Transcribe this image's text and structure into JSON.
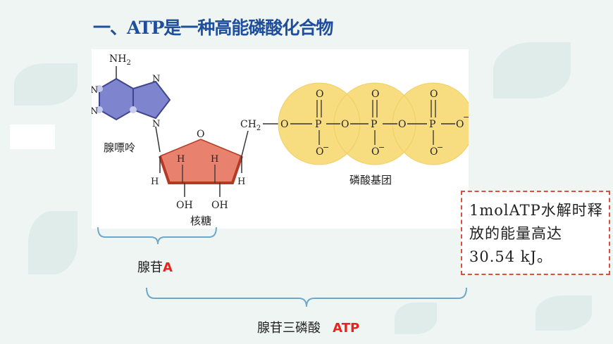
{
  "slide": {
    "title": "一、ATP是一种高能磷酸化合物"
  },
  "figure": {
    "adenine": {
      "amine": "NH",
      "amine_sub": "2",
      "nitrogen": "N",
      "name": "腺嘌呤"
    },
    "ribose": {
      "ring_oxygen": "O",
      "hydrogen": "H",
      "hydroxyl": "OH",
      "ch2": "CH",
      "ch2_sub": "2",
      "name": "核糖"
    },
    "phosphate": {
      "oxygen": "O",
      "phosphorus": "P",
      "negative": "−",
      "name": "磷酸基团"
    }
  },
  "note": {
    "text": "1molATP水解时释放的能量高达30.54 kJ。"
  },
  "labels": {
    "adenosine_prefix": "腺苷",
    "adenosine_letter": "A",
    "atp_prefix": "腺苷三磷酸",
    "atp_abbr": "ATP"
  },
  "colors": {
    "title": "#1f4e9c",
    "adenine": "#7f84cf",
    "ribose": "#e8826e",
    "phosphate": "#f7dc80",
    "bracket": "#6fa8c8",
    "accent_red": "#e8231c",
    "note_border": "#d8503e"
  }
}
